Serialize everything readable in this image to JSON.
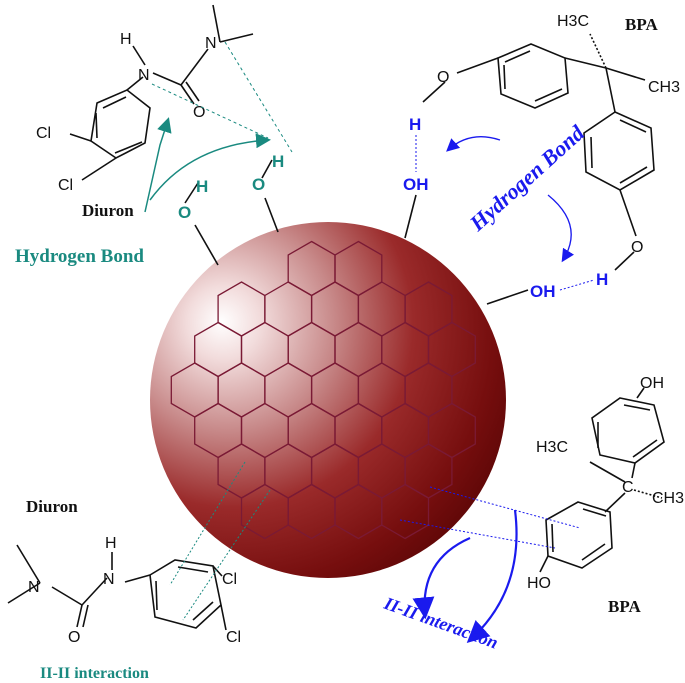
{
  "colors": {
    "sphere_dark": "#6b0a0a",
    "sphere_light": "#ffffff",
    "teal": "#1a8a80",
    "blue": "#1a1aee",
    "graphene": "#7a1a35"
  },
  "labels": {
    "bpa_top": "BPA",
    "bpa_bottom": "BPA",
    "diuron_top": "Diuron",
    "diuron_bottom": "Diuron",
    "hbond_left": "Hydrogen Bond",
    "hbond_right": "Hydrogen Bond",
    "pipi_right": "II-II interaction",
    "pipi_left": "II-II interaction"
  },
  "atoms": {
    "h": "H",
    "n": "N",
    "o": "O",
    "cl": "Cl",
    "oh": "OH",
    "ho": "HO",
    "c": "C",
    "h3c": "H3C",
    "ch3": "CH3"
  }
}
